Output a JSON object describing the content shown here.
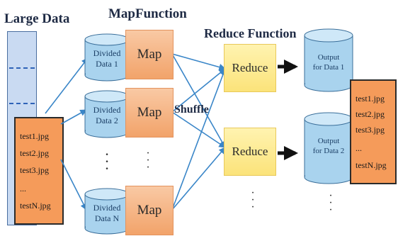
{
  "headings": {
    "large_data": "Large Data",
    "map_function": "MapFunction",
    "reduce_function": "Reduce Function",
    "shuffle": "Shuffle"
  },
  "divided": [
    {
      "line1": "Divided",
      "line2": "Data 1"
    },
    {
      "line1": "Divided",
      "line2": "Data 2"
    },
    {
      "line1": "Divided",
      "line2": "Data N"
    }
  ],
  "map_label": "Map",
  "reduce_label": "Reduce",
  "outputs": [
    {
      "line1": "Output",
      "line2": "for Data 1"
    },
    {
      "line1": "Output",
      "line2": "for Data 2"
    }
  ],
  "input_files": [
    "test1.jpg",
    "test2.jpg",
    "test3.jpg",
    "...",
    "testN.jpg"
  ],
  "output_files": [
    "test1.jpg",
    "test2.jpg",
    "test3.jpg",
    "...",
    "testN.jpg"
  ],
  "colors": {
    "cylinder": "#a9d3ee",
    "map_box": "#f4a46c",
    "reduce_box": "#fbe37a",
    "file_list": "#f59b5a",
    "arrow": "#3a86c8"
  }
}
